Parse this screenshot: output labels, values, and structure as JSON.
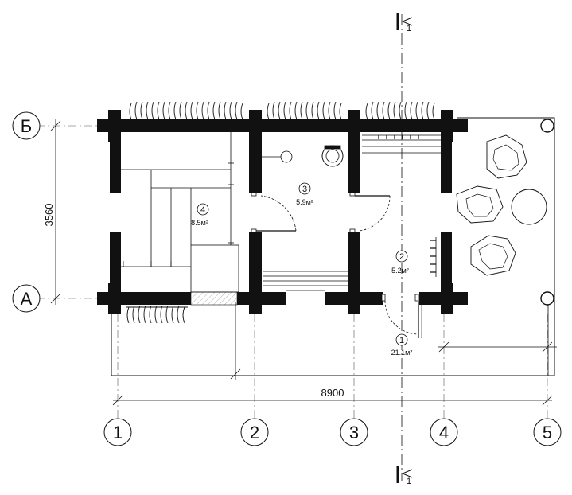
{
  "grid_axes": {
    "columns": [
      "1",
      "2",
      "3",
      "4",
      "5"
    ],
    "rows": [
      "Б",
      "А"
    ]
  },
  "section_marker": "1",
  "dimensions": {
    "overall_width": "8900",
    "depth": "3560"
  },
  "rooms": [
    {
      "number": "1",
      "area": "21.1м²"
    },
    {
      "number": "2",
      "area": "5.2м²"
    },
    {
      "number": "3",
      "area": "5.9м²"
    },
    {
      "number": "4",
      "area": "8.5м²"
    }
  ],
  "colors": {
    "line": "#111111",
    "hatch": "#bbbbbb",
    "background": "#ffffff"
  }
}
